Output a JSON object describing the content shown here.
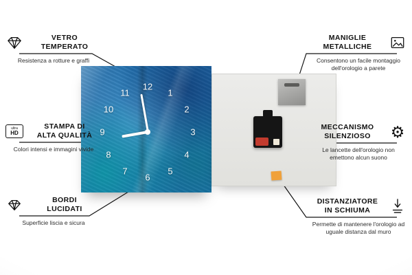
{
  "callouts": {
    "left": [
      {
        "icon": "diamond-icon",
        "title_lines": [
          "VETRO",
          "TEMPERATO"
        ],
        "subtitle": "Resistenza a rotture e graffi"
      },
      {
        "icon": "ultra-hd-icon",
        "title_lines": [
          "STAMPA DI",
          "ALTA QUALITÀ"
        ],
        "subtitle": "Colori intensi e immagini vivide"
      },
      {
        "icon": "polished-gem-icon",
        "title_lines": [
          "BORDI",
          "LUCIDATI"
        ],
        "subtitle": "Superficie liscia e sicura"
      }
    ],
    "right": [
      {
        "icon": "picture-frame-icon",
        "title_lines": [
          "MANIGLIE",
          "METALLICHE"
        ],
        "subtitle": "Consentono un facile montaggio dell'orologio a parete"
      },
      {
        "icon": "gear-icon",
        "title_lines": [
          "MECCANISMO",
          "SILENZIOSO"
        ],
        "subtitle": "Le lancette dell'orologio non emettono alcun suono"
      },
      {
        "icon": "foam-spacer-icon",
        "title_lines": [
          "DISTANZIATORE",
          "IN SCHIUMA"
        ],
        "subtitle": "Permette di mantenere l'orologio ad uguale distanza dal muro"
      }
    ]
  },
  "ultra_hd_icon": {
    "top": "ultra",
    "bottom": "HD"
  },
  "gear_glyph": "⚙",
  "clock": {
    "numbers": [
      "1",
      "2",
      "3",
      "4",
      "5",
      "6",
      "7",
      "8",
      "9",
      "10",
      "11",
      "12"
    ]
  },
  "colors": {
    "clock_art_blue": "#1f6fae",
    "foam_orange": "#f0a13a",
    "mechanism_black": "#151515",
    "battery_red": "#c23b2e",
    "line_black": "#151515"
  }
}
